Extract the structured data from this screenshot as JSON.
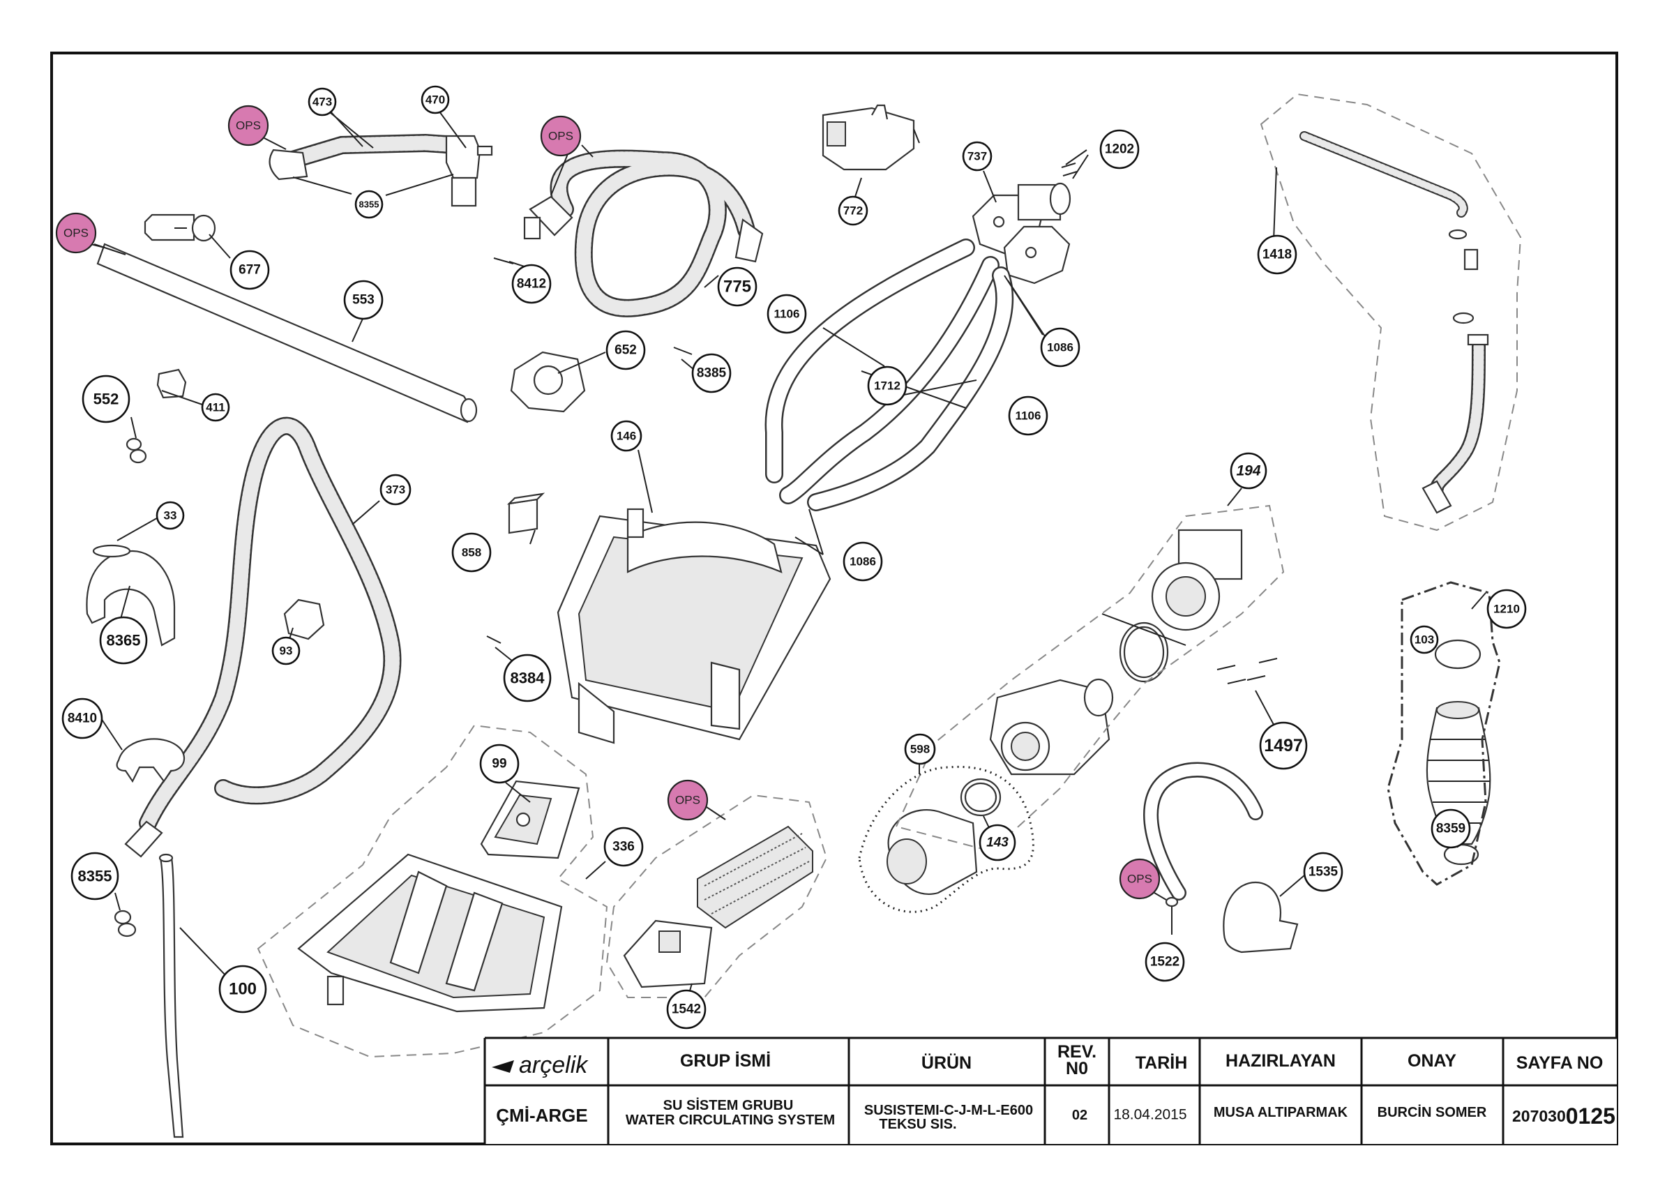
{
  "ops_label": "OPS",
  "callouts": {
    "c473": "473",
    "c470": "470",
    "c8355a": "8355",
    "c677": "677",
    "c553": "553",
    "c8412": "8412",
    "c775": "775",
    "c772": "772",
    "c737": "737",
    "c1202": "1202",
    "c1418": "1418",
    "c1106a": "1106",
    "c1086a": "1086",
    "c1712": "1712",
    "c1106b": "1106",
    "c652": "652",
    "c8385": "8385",
    "c552": "552",
    "c411": "411",
    "c373": "373",
    "c146": "146",
    "c858": "858",
    "c1086b": "1086",
    "c194": "194",
    "c33": "33",
    "c8365": "8365",
    "c93": "93",
    "c8384": "8384",
    "c1210": "1210",
    "c103": "103",
    "c1497": "1497",
    "c8410": "8410",
    "c99": "99",
    "c598": "598",
    "c336": "336",
    "c143": "143",
    "c8359": "8359",
    "c8355b": "8355",
    "c1535": "1535",
    "c1522": "1522",
    "c100": "100",
    "c1542": "1542"
  },
  "title_block": {
    "brand": "arçelik",
    "headers": {
      "group": "GRUP İSMİ",
      "product": "ÜRÜN",
      "rev": "REV.",
      "rev_no": "N0",
      "date": "TARİH",
      "prepared": "HAZIRLAYAN",
      "approved": "ONAY",
      "page": "SAYFA NO"
    },
    "values": {
      "department": "ÇMİ-ARGE",
      "group_line1": "SU SİSTEM GRUBU",
      "group_line2": "WATER CIRCULATING SYSTEM",
      "product_line1": "SUSISTEMI-C-J-M-L-E600",
      "product_line2": "TEKSU SIS.",
      "rev": "02",
      "date": "18.04.2015",
      "prepared": "MUSA ALTIPARMAK",
      "approved": "BURCİN SOMER",
      "page_prefix": "207030",
      "page_suffix": "0125"
    }
  }
}
